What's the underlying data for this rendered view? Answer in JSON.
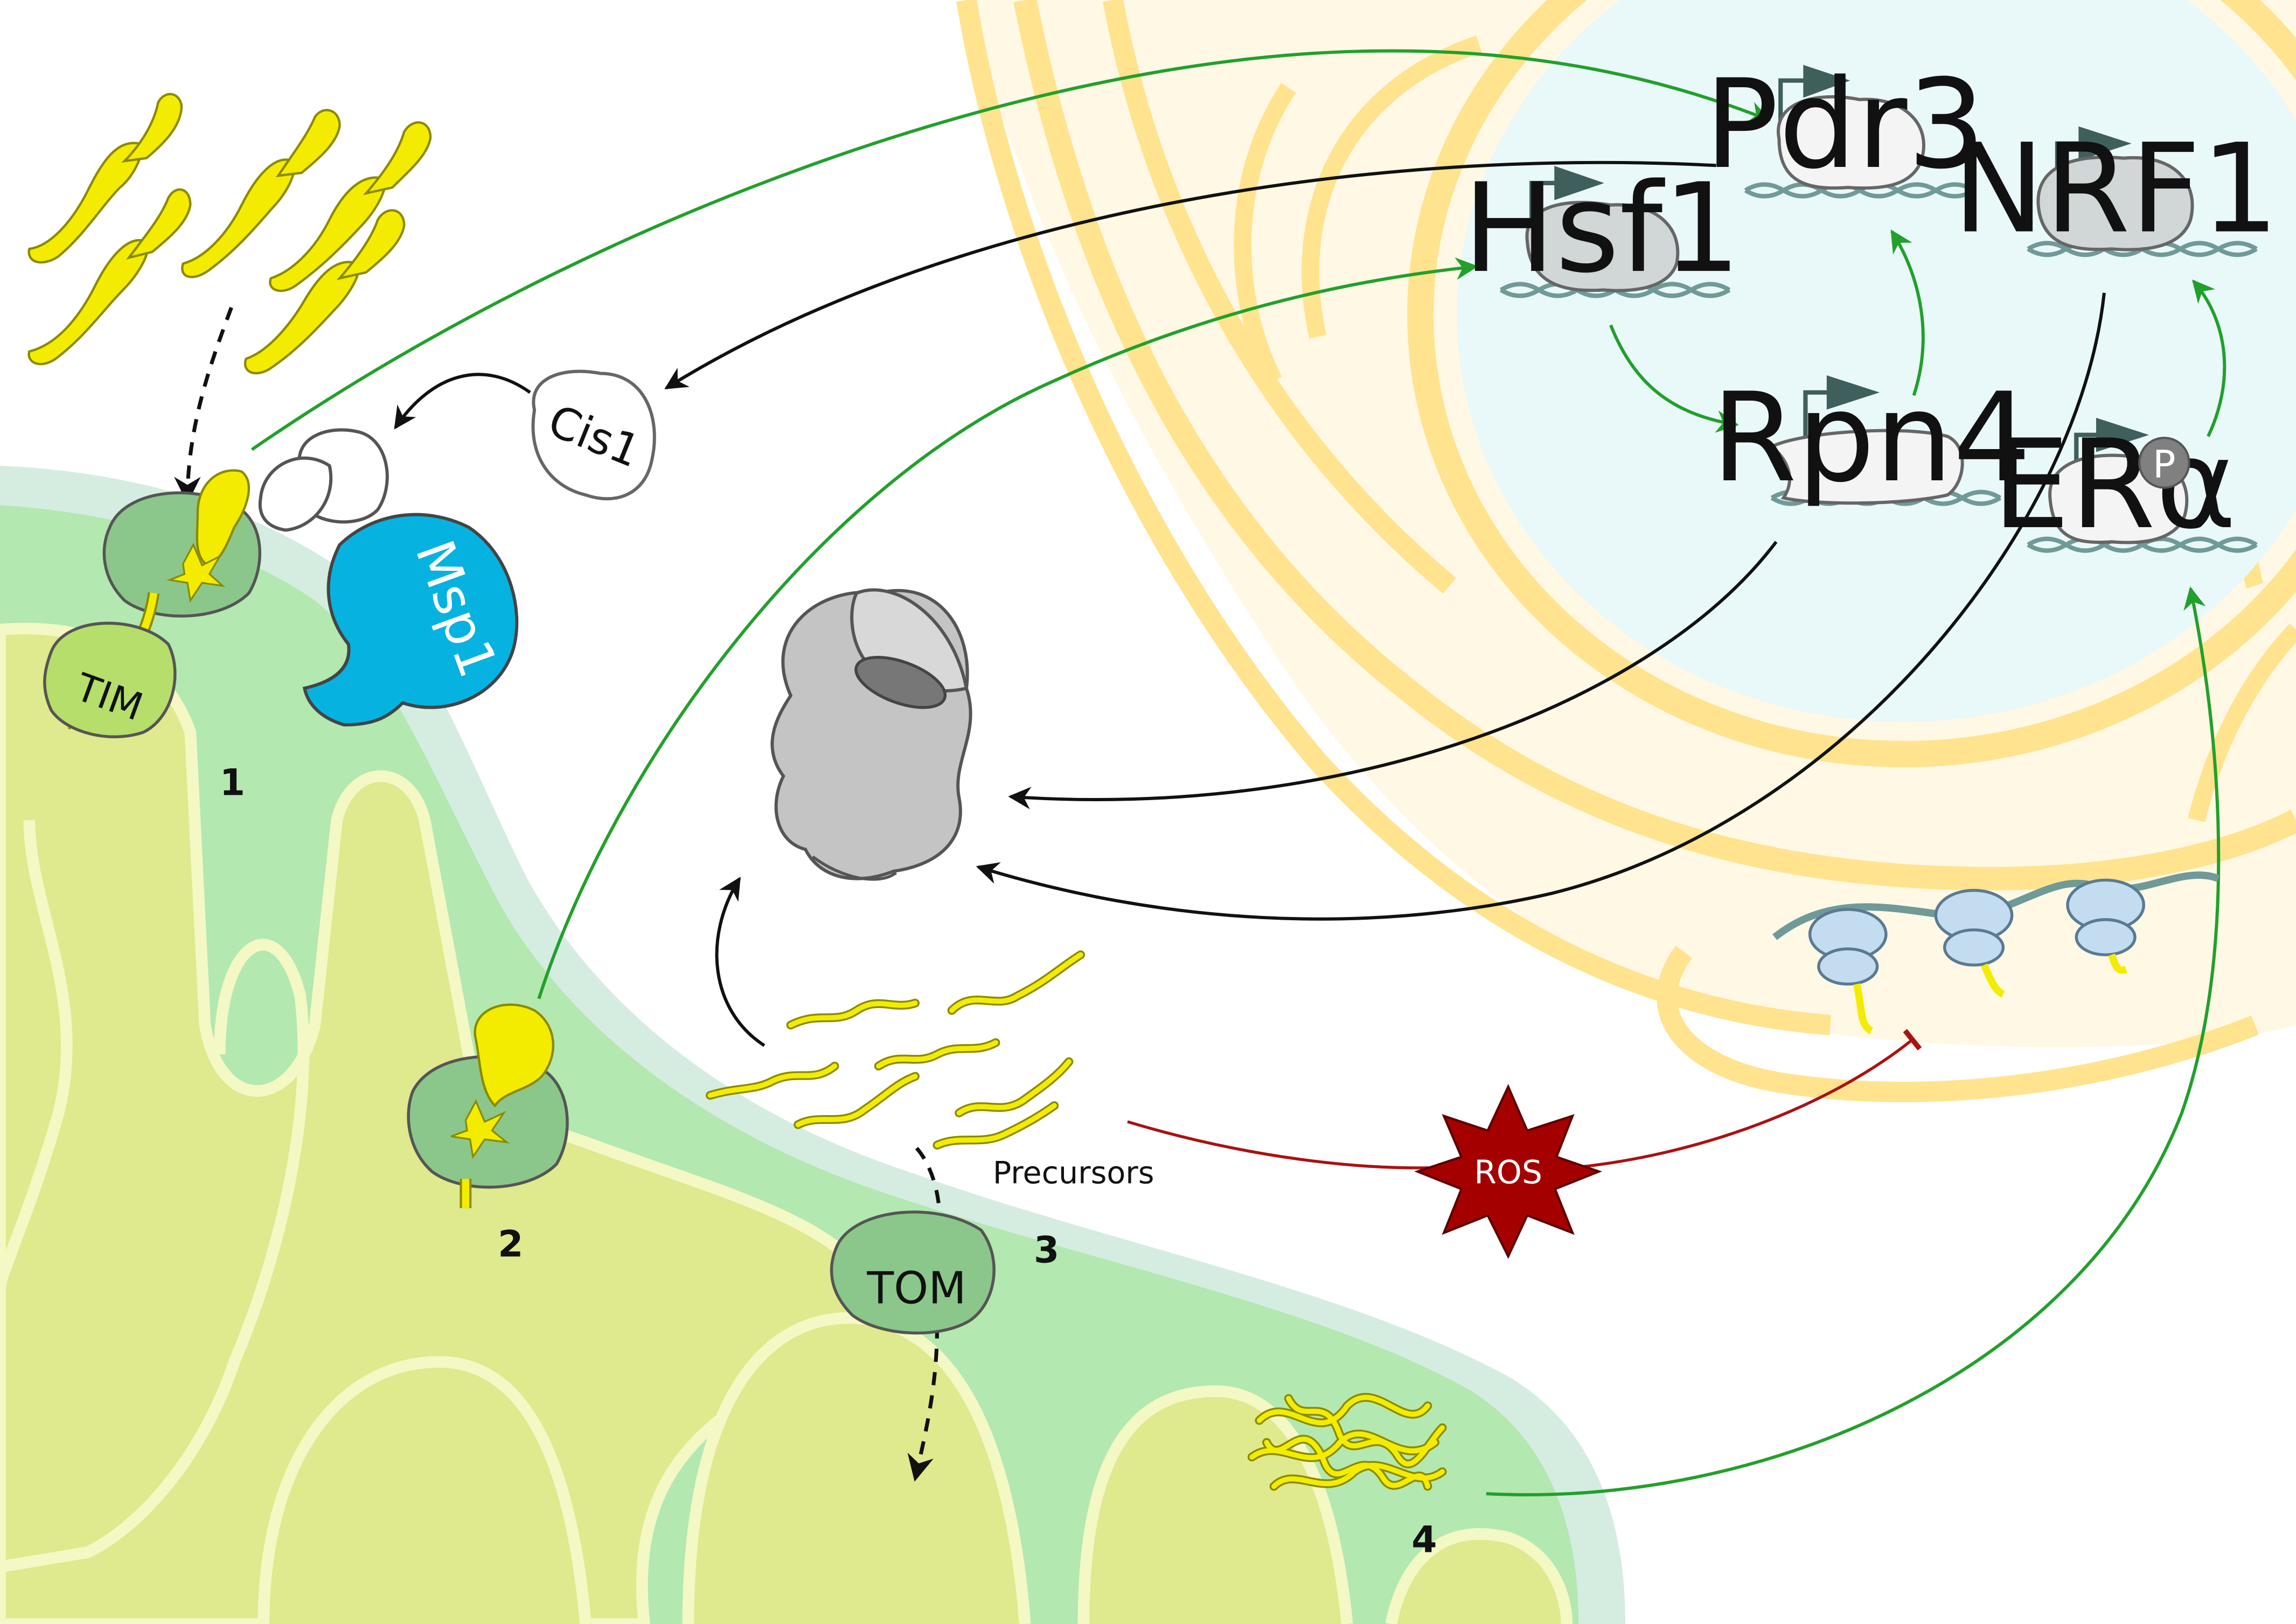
{
  "proteins": {
    "pdr3": "Pdr3",
    "hsf1": "Hsf1",
    "nrf1": "NRF1",
    "rpn4": "Rpn4",
    "era": "ERα",
    "phospho": "P",
    "cis1": "Cis1",
    "msp1": "Msp1",
    "tim": "TIM",
    "tom": "TOM",
    "ros": "ROS"
  },
  "labels": {
    "precursors": "Precursors"
  },
  "steps": [
    "1",
    "2",
    "3",
    "4"
  ],
  "colors": {
    "mito_matrix": "#dfe98d",
    "mito_membrane": "#b3e8b0",
    "mito_ims": "#d4ede0",
    "er": "#ffe38e",
    "er_fill": "#fff3d4",
    "nucleus": "#e9f8f8",
    "precursor": "#f4ec00",
    "msp1": "#06b3e0",
    "tf_grey": "#d1d6d6",
    "tf_light": "#f4f4f4",
    "promoter_arrow": "#3f5f5c",
    "dna": "#6f9a98",
    "translocase": "#8bc78a",
    "tim": "#b5de6b",
    "ribosome": "#c3dcef",
    "proteasome": "#c4c4c4",
    "ros": "#a50000",
    "activation_arrow": "#22a02c",
    "inhibition_arrow": "#aa1111",
    "degradation_arrow": "#111111"
  }
}
